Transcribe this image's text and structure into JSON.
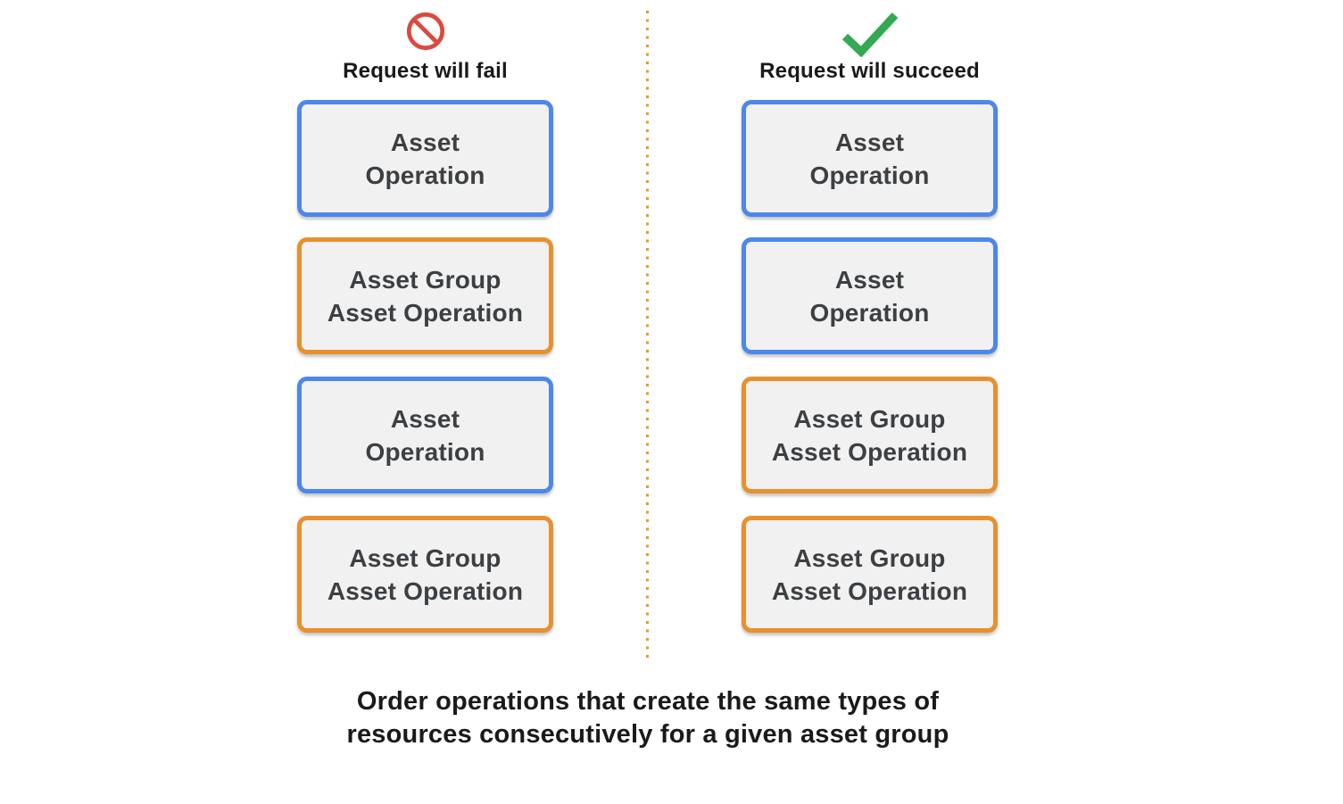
{
  "diagram": {
    "columns": [
      {
        "id": "fail",
        "icon": "prohibited-icon",
        "header_label": "Request will fail",
        "boxes": [
          {
            "type": "asset-operation",
            "lines": [
              "Asset",
              "Operation"
            ]
          },
          {
            "type": "asset-group-asset-operation",
            "lines": [
              "Asset Group",
              "Asset Operation"
            ]
          },
          {
            "type": "asset-operation",
            "lines": [
              "Asset",
              "Operation"
            ]
          },
          {
            "type": "asset-group-asset-operation",
            "lines": [
              "Asset Group",
              "Asset Operation"
            ]
          }
        ]
      },
      {
        "id": "succeed",
        "icon": "check-icon",
        "header_label": "Request will succeed",
        "boxes": [
          {
            "type": "asset-operation",
            "lines": [
              "Asset",
              "Operation"
            ]
          },
          {
            "type": "asset-operation",
            "lines": [
              "Asset",
              "Operation"
            ]
          },
          {
            "type": "asset-group-asset-operation",
            "lines": [
              "Asset Group",
              "Asset Operation"
            ]
          },
          {
            "type": "asset-group-asset-operation",
            "lines": [
              "Asset Group",
              "Asset Operation"
            ]
          }
        ]
      }
    ],
    "caption": {
      "line1": "Order operations that create the same types of",
      "line2": "resources consecutively for a given asset group"
    },
    "colors": {
      "blue-border": "#4d87ea",
      "orange-border": "#e8902d",
      "box-fill": "#f1f1f2",
      "box-text": "#3c4043",
      "fail-icon-red": "#db4a3f",
      "check-green": "#34a853",
      "divider-orange": "#e8962f",
      "heading-text": "#1a1a1a"
    }
  }
}
